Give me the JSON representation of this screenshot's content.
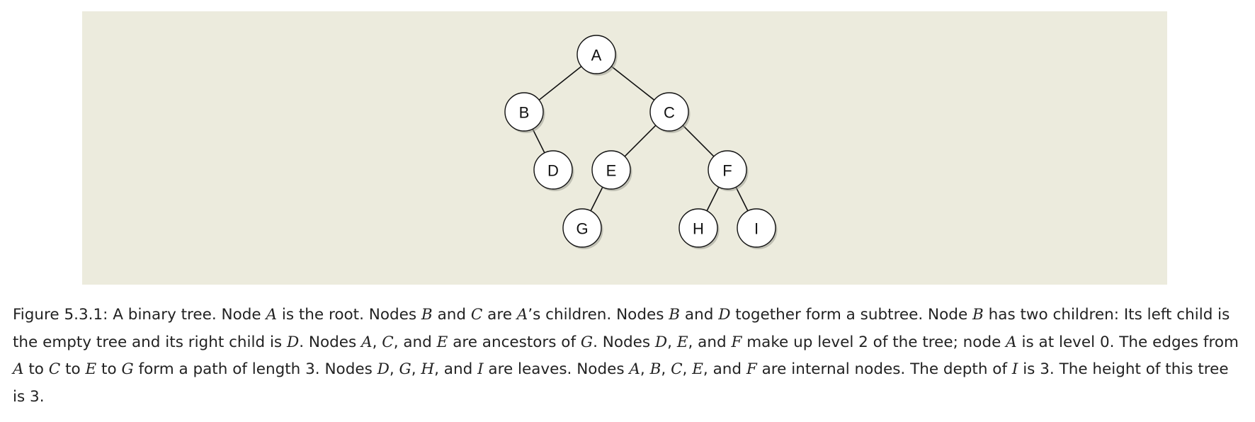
{
  "figure": {
    "background_color": "#ecebdd",
    "nodes": [
      {
        "id": "A",
        "label": "A",
        "level": 0,
        "parent": null,
        "side": null
      },
      {
        "id": "B",
        "label": "B",
        "level": 1,
        "parent": "A",
        "side": "left"
      },
      {
        "id": "C",
        "label": "C",
        "level": 1,
        "parent": "A",
        "side": "right"
      },
      {
        "id": "D",
        "label": "D",
        "level": 2,
        "parent": "B",
        "side": "right"
      },
      {
        "id": "E",
        "label": "E",
        "level": 2,
        "parent": "C",
        "side": "left"
      },
      {
        "id": "F",
        "label": "F",
        "level": 2,
        "parent": "C",
        "side": "right"
      },
      {
        "id": "G",
        "label": "G",
        "level": 3,
        "parent": "E",
        "side": "left"
      },
      {
        "id": "H",
        "label": "H",
        "level": 3,
        "parent": "F",
        "side": "left"
      },
      {
        "id": "I",
        "label": "I",
        "level": 3,
        "parent": "F",
        "side": "right"
      }
    ],
    "edges": [
      {
        "from": "A",
        "to": "B"
      },
      {
        "from": "A",
        "to": "C"
      },
      {
        "from": "B",
        "to": "D"
      },
      {
        "from": "C",
        "to": "E"
      },
      {
        "from": "C",
        "to": "F"
      },
      {
        "from": "E",
        "to": "G"
      },
      {
        "from": "F",
        "to": "H"
      },
      {
        "from": "F",
        "to": "I"
      }
    ]
  },
  "caption": [
    {
      "t": "text",
      "v": "Figure 5.3.1: A binary tree. Node "
    },
    {
      "t": "math",
      "v": "A"
    },
    {
      "t": "text",
      "v": " is the root. Nodes "
    },
    {
      "t": "math",
      "v": "B"
    },
    {
      "t": "text",
      "v": " and "
    },
    {
      "t": "math",
      "v": "C"
    },
    {
      "t": "text",
      "v": " are "
    },
    {
      "t": "math",
      "v": "A"
    },
    {
      "t": "text",
      "v": "’s children. Nodes "
    },
    {
      "t": "math",
      "v": "B"
    },
    {
      "t": "text",
      "v": " and "
    },
    {
      "t": "math",
      "v": "D"
    },
    {
      "t": "text",
      "v": " together form a subtree. Node "
    },
    {
      "t": "math",
      "v": "B"
    },
    {
      "t": "text",
      "v": " has two children: Its left child is the empty tree and its right child is "
    },
    {
      "t": "math",
      "v": "D"
    },
    {
      "t": "text",
      "v": ". Nodes "
    },
    {
      "t": "math",
      "v": "A"
    },
    {
      "t": "text",
      "v": ", "
    },
    {
      "t": "math",
      "v": "C"
    },
    {
      "t": "text",
      "v": ", and "
    },
    {
      "t": "math",
      "v": "E"
    },
    {
      "t": "text",
      "v": " are ancestors of "
    },
    {
      "t": "math",
      "v": "G"
    },
    {
      "t": "text",
      "v": ". Nodes "
    },
    {
      "t": "math",
      "v": "D"
    },
    {
      "t": "text",
      "v": ", "
    },
    {
      "t": "math",
      "v": "E"
    },
    {
      "t": "text",
      "v": ", and "
    },
    {
      "t": "math",
      "v": "F"
    },
    {
      "t": "text",
      "v": " make up level 2 of the tree; node "
    },
    {
      "t": "math",
      "v": "A"
    },
    {
      "t": "text",
      "v": " is at level 0. The edges from "
    },
    {
      "t": "math",
      "v": "A"
    },
    {
      "t": "text",
      "v": " to "
    },
    {
      "t": "math",
      "v": "C"
    },
    {
      "t": "text",
      "v": " to "
    },
    {
      "t": "math",
      "v": "E"
    },
    {
      "t": "text",
      "v": " to "
    },
    {
      "t": "math",
      "v": "G"
    },
    {
      "t": "text",
      "v": " form a path of length 3. Nodes "
    },
    {
      "t": "math",
      "v": "D"
    },
    {
      "t": "text",
      "v": ", "
    },
    {
      "t": "math",
      "v": "G"
    },
    {
      "t": "text",
      "v": ", "
    },
    {
      "t": "math",
      "v": "H"
    },
    {
      "t": "text",
      "v": ", and "
    },
    {
      "t": "math",
      "v": "I"
    },
    {
      "t": "text",
      "v": " are leaves. Nodes "
    },
    {
      "t": "math",
      "v": "A"
    },
    {
      "t": "text",
      "v": ", "
    },
    {
      "t": "math",
      "v": "B"
    },
    {
      "t": "text",
      "v": ", "
    },
    {
      "t": "math",
      "v": "C"
    },
    {
      "t": "text",
      "v": ", "
    },
    {
      "t": "math",
      "v": "E"
    },
    {
      "t": "text",
      "v": ", and "
    },
    {
      "t": "math",
      "v": "F"
    },
    {
      "t": "text",
      "v": " are internal nodes. The depth of "
    },
    {
      "t": "math",
      "v": "I"
    },
    {
      "t": "text",
      "v": " is 3. The height of this tree is 3."
    }
  ]
}
